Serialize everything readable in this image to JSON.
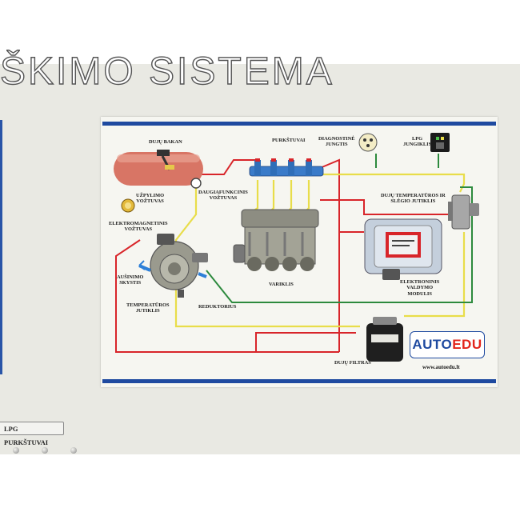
{
  "title": "ŠKIMO SISTEMA",
  "labels": {
    "tank": "DUJŲ BAKAN",
    "fill_valve": "UŽPYLIMO\nVOŽTUVAS",
    "multivalve": "DAUGIAFUNKCINIS\nVOŽTUVAS",
    "injectors": "PURKŠTUVAI",
    "diag": "DIAGNOSTINĖ\nJUNGTIS",
    "lpg_switch": "LPG\nJUNGIKLIS",
    "temp_pressure": "DUJŲ TEMPERATŪROS IR\nSLĖGIO JUTIKLIS",
    "solenoid": "ELEKTROMAGNETINIS\nVOŽTUVAS",
    "coolant": "AUŠINIMO\nSKYSTIS",
    "engine": "VARIKLIS",
    "ecu": "ELEKTRONINIS\nVALDYMO\nMODULIS",
    "temp_sensor": "TEMPERATŪROS\nJUTIKLIS",
    "reducer": "REDUKTORIUS",
    "filter": "DUJŲ FILTRAS"
  },
  "logo": {
    "part1": "AUTO",
    "part2": "EDU"
  },
  "url": "www.autoedu.lt",
  "plate": "LPG PURKŠTUVAI",
  "colors": {
    "band": "#1f4aa0",
    "gas_line": "#d8252a",
    "coolant_line": "#e8dd4a",
    "signal_line": "#2d8a3e"
  }
}
